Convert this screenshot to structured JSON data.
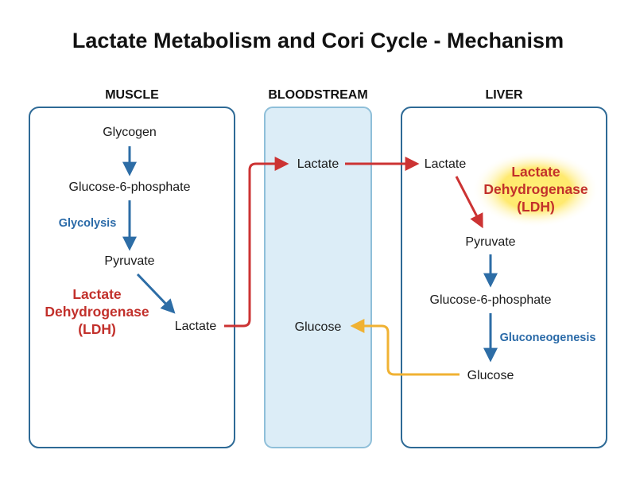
{
  "title": "Lactate Metabolism and Cori Cycle - Mechanism",
  "colors": {
    "panel_border": "#2e6a96",
    "blood_fill": "#dcedf7",
    "blood_border": "#8fbfd9",
    "blue_arrow": "#2d6da6",
    "red_arrow": "#cc3333",
    "orange_arrow": "#f0b233",
    "enzyme_text": "#c2302b",
    "process_text": "#2a6aa8",
    "highlight_glow": "#ffe24a"
  },
  "columns": {
    "muscle": "MUSCLE",
    "bloodstream": "BLOODSTREAM",
    "liver": "LIVER"
  },
  "muscle": {
    "glycogen": "Glycogen",
    "g6p": "Glucose-6-phosphate",
    "process": "Glycolysis",
    "pyruvate": "Pyruvate",
    "lactate": "Lactate",
    "enzyme": [
      "Lactate",
      "Dehydrogenase",
      "(LDH)"
    ]
  },
  "bloodstream": {
    "lactate": "Lactate",
    "glucose": "Glucose"
  },
  "liver": {
    "lactate": "Lactate",
    "enzyme": [
      "Lactate",
      "Dehydrogenase",
      "(LDH)"
    ],
    "pyruvate": "Pyruvate",
    "g6p": "Glucose-6-phosphate",
    "process": "Gluconeogenesis",
    "glucose": "Glucose"
  }
}
